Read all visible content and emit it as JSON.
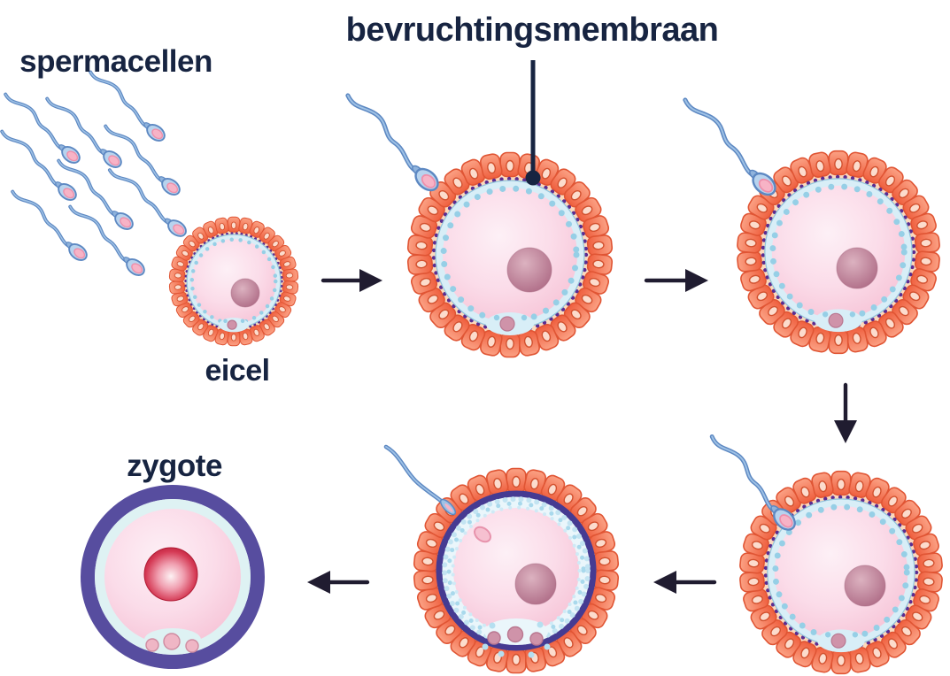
{
  "figure": {
    "labels": {
      "sperm_cells": "spermacellen",
      "fertilization_membrane": "bevruchtingsmembraan",
      "egg_cell": "eicel",
      "zygote": "zygote"
    },
    "arrows": [
      {
        "icon": "arrow-right-icon",
        "direction": "right"
      },
      {
        "icon": "arrow-right-icon",
        "direction": "right"
      },
      {
        "icon": "arrow-down-icon",
        "direction": "down"
      },
      {
        "icon": "arrow-left-icon",
        "direction": "left"
      },
      {
        "icon": "arrow-left-icon",
        "direction": "left"
      }
    ],
    "colors": {
      "label_text": "#172441",
      "arrow": "#201c30",
      "pointer": "#172441",
      "corona_light": "#fba184",
      "corona_dark": "#ef5f3e",
      "corona_outline": "#e05534",
      "corona_oval_fill": "#fcdccd",
      "corona_oval_stroke": "#d2512f",
      "zona": "#fcd9bd",
      "membrane_fill": "#d8eef7",
      "membrane_stroke": "#90c4dc",
      "purple_dots": "#5b2c90",
      "blue_dots": "#96cfe6",
      "cytoplasm_edge": "#f6c3d6",
      "cytoplasm_center": "#fdf0f6",
      "nucleus_dark": "#b06e88",
      "polar_body": "#cf93a9",
      "sperm_body": "#b7d3ee",
      "sperm_outline": "#5d88c2",
      "sperm_tail_inner": "#9fc2e6",
      "sperm_nucleus": "#f7b3c6",
      "speckle": "#b5dff0",
      "indigo_membrane": "#453b92",
      "zygote_ring": "#574d9f",
      "zygote_inner": "#def2f3",
      "zygote_nucleus": "#bb1e39"
    }
  }
}
